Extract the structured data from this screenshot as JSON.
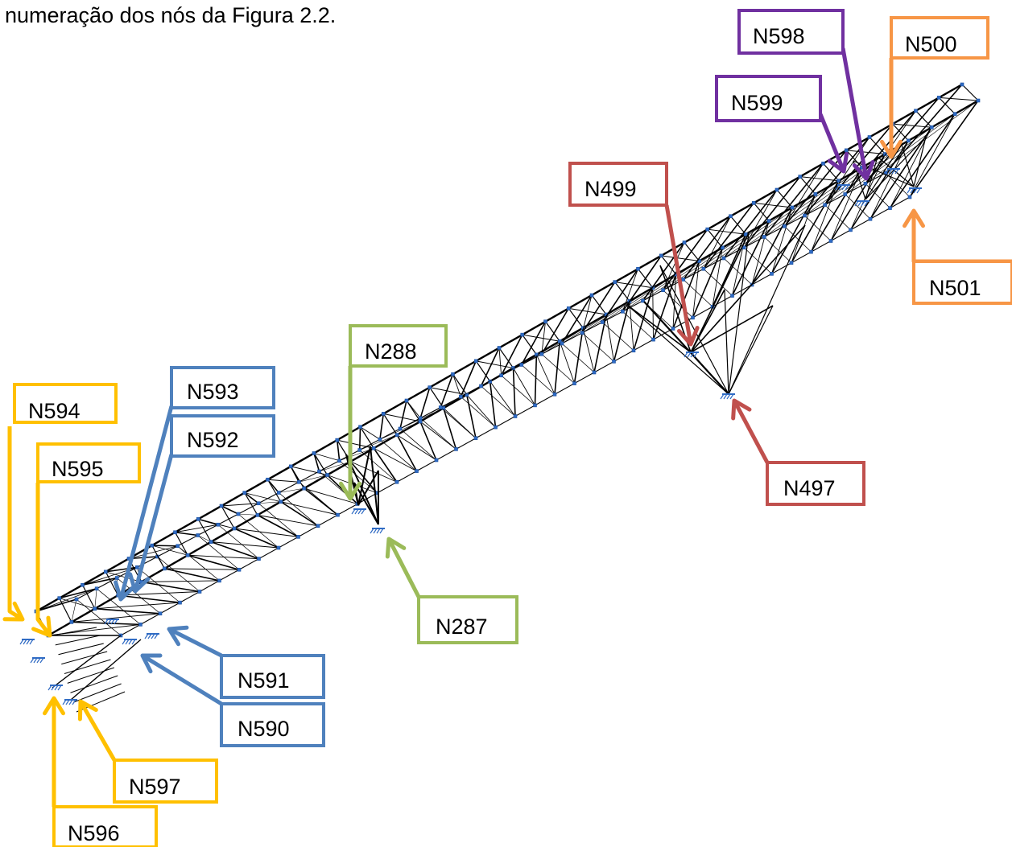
{
  "caption": "numeração dos nós da Figura 2.2.",
  "colors": {
    "yellow": "#FFC000",
    "blue": "#4F81BD",
    "green": "#9BBB59",
    "red": "#C0504D",
    "purple": "#7030A0",
    "orange": "#F79646",
    "structure": "#000000",
    "node": "#2F6BC4"
  },
  "labels": [
    {
      "id": "N594",
      "text": "N594",
      "color": "yellow"
    },
    {
      "id": "N595",
      "text": "N595",
      "color": "yellow"
    },
    {
      "id": "N596",
      "text": "N596",
      "color": "yellow"
    },
    {
      "id": "N597",
      "text": "N597",
      "color": "yellow"
    },
    {
      "id": "N593",
      "text": "N593",
      "color": "blue"
    },
    {
      "id": "N592",
      "text": "N592",
      "color": "blue"
    },
    {
      "id": "N591",
      "text": "N591",
      "color": "blue"
    },
    {
      "id": "N590",
      "text": "N590",
      "color": "blue"
    },
    {
      "id": "N288",
      "text": "N288",
      "color": "green"
    },
    {
      "id": "N287",
      "text": "N287",
      "color": "green"
    },
    {
      "id": "N499",
      "text": "N499",
      "color": "red"
    },
    {
      "id": "N497",
      "text": "N497",
      "color": "red"
    },
    {
      "id": "N598",
      "text": "N598",
      "color": "purple"
    },
    {
      "id": "N599",
      "text": "N599",
      "color": "purple"
    },
    {
      "id": "N500",
      "text": "N500",
      "color": "orange"
    },
    {
      "id": "N501",
      "text": "N501",
      "color": "orange"
    }
  ]
}
